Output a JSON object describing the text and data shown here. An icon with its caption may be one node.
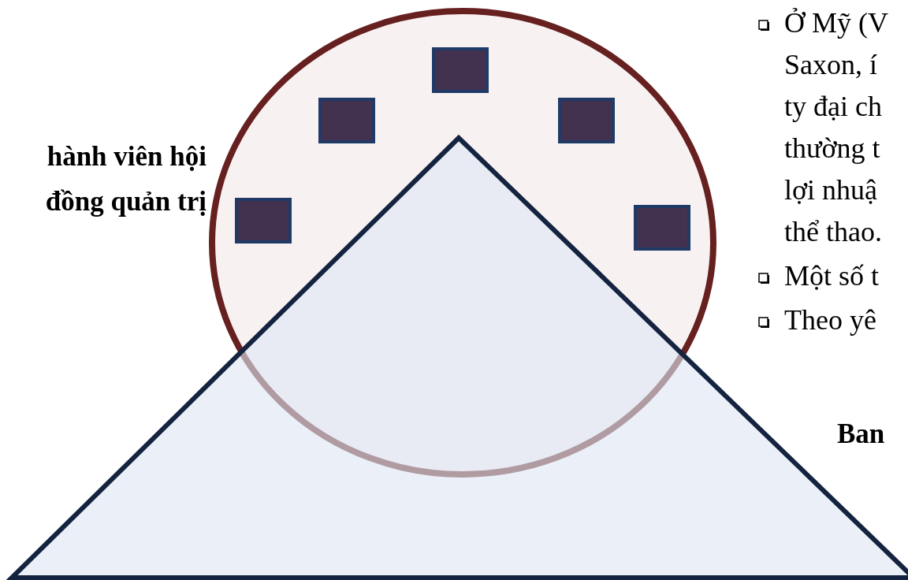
{
  "diagram": {
    "nodes": [
      {
        "text": [],
        "shape": "circle",
        "beside": [
          "hành viên hội đồng quản trị"
        ]
      },
      {
        "text": [],
        "shape": "box",
        "in": 0
      },
      {
        "text": [],
        "shape": "box",
        "in": 0
      },
      {
        "text": [],
        "shape": "box",
        "in": 0
      },
      {
        "text": [],
        "shape": "box",
        "in": 0
      },
      {
        "text": [],
        "shape": "box",
        "in": 0
      },
      {
        "text": [],
        "shape": "triangle",
        "beside": [
          "Ban"
        ]
      }
    ],
    "edges": [],
    "labels": [
      "Ở Mỹ (V Saxon, í ty đại ch thường t lợi nhuậ thể thao.",
      "Một số t",
      "Theo yê"
    ]
  }
}
